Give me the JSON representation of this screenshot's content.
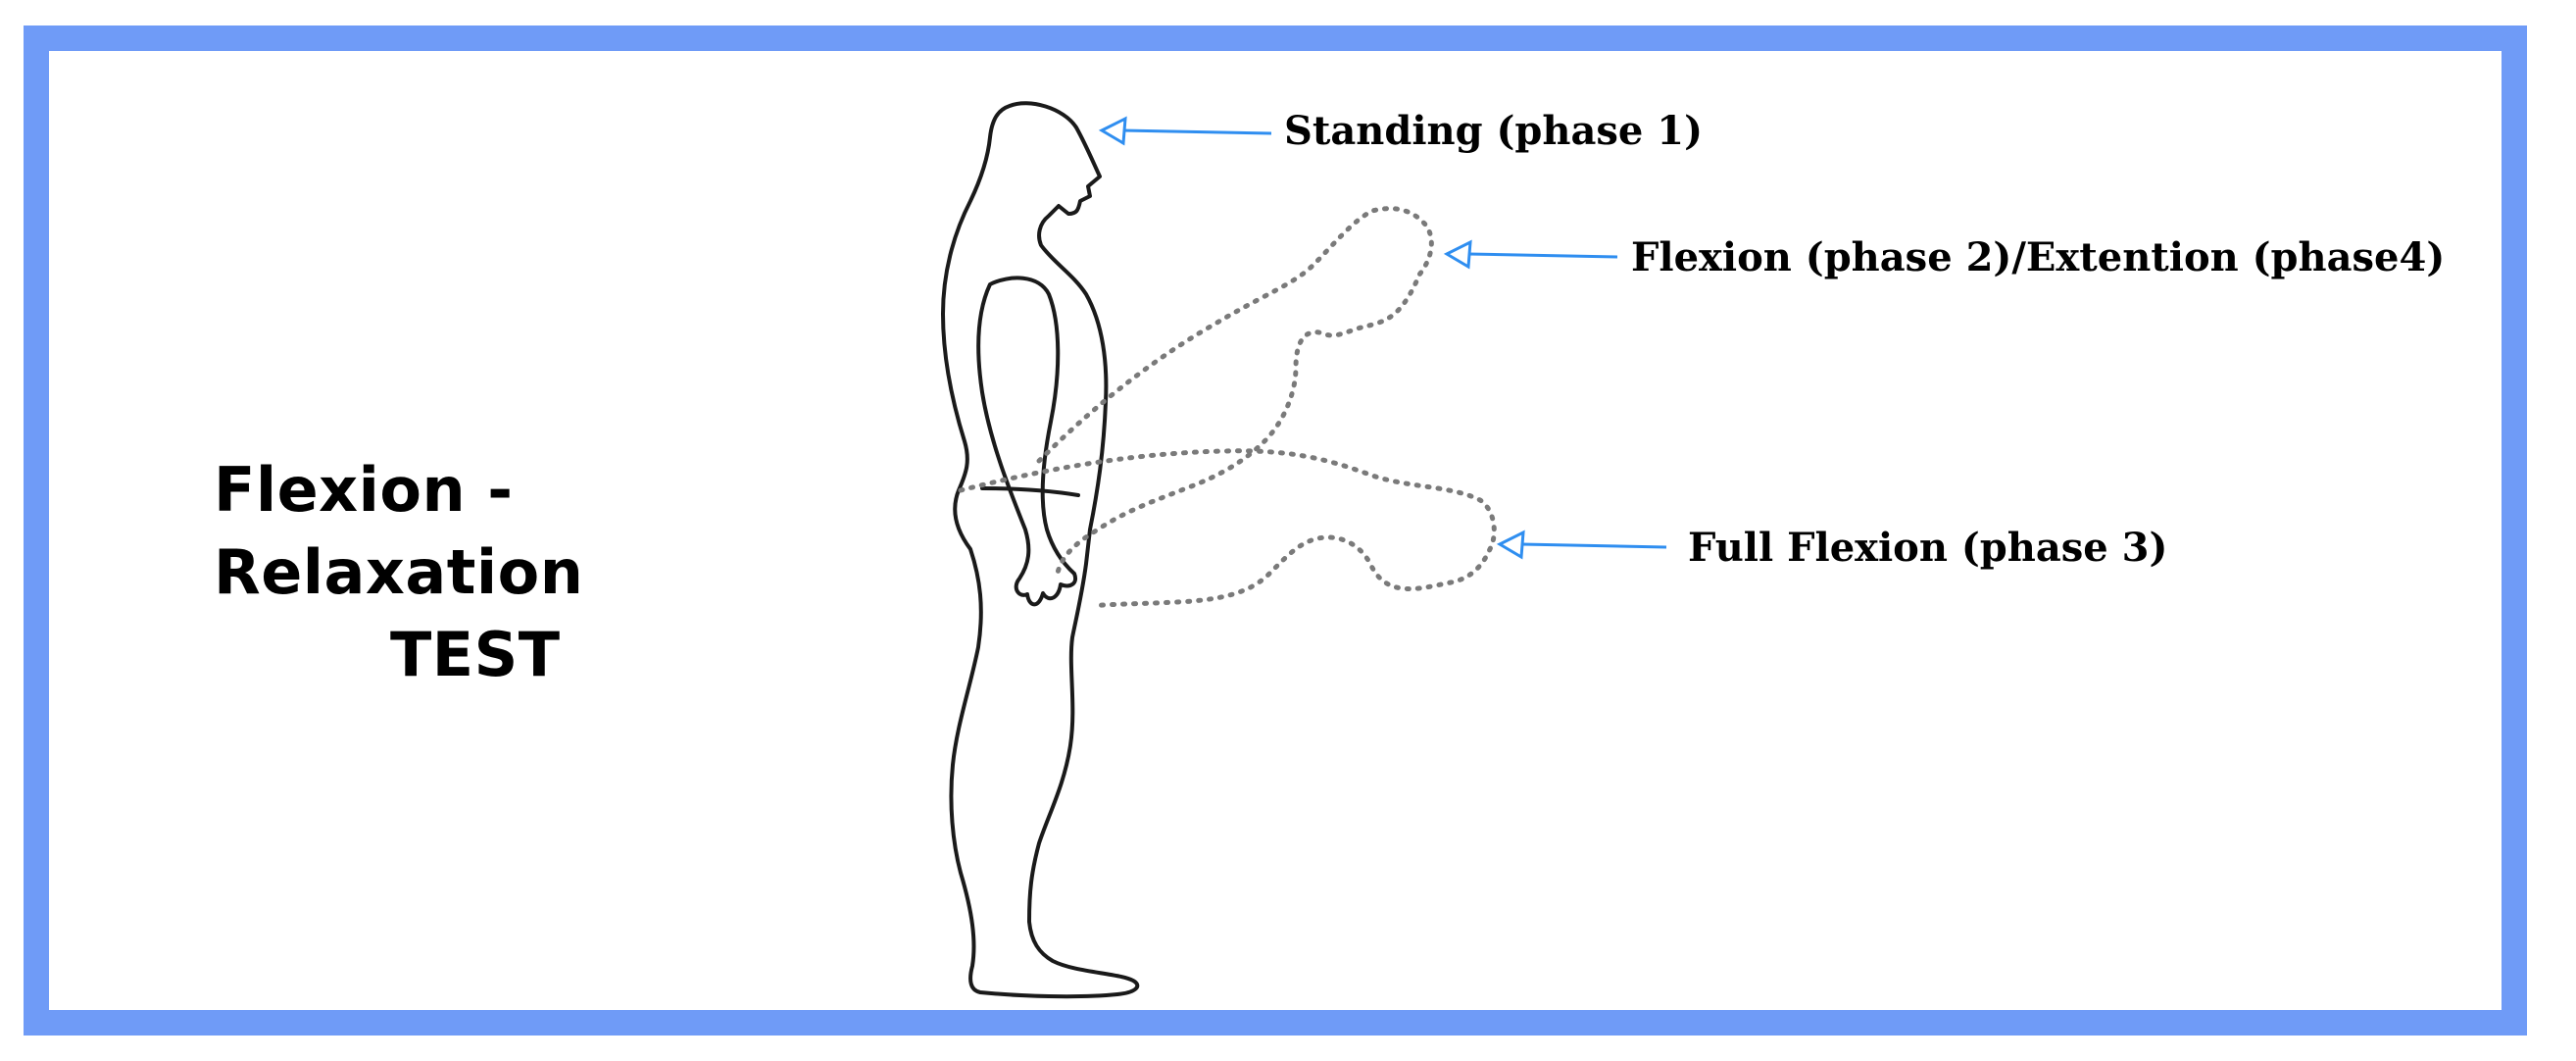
{
  "title": {
    "line1": "Flexion - Relaxation",
    "line2": "TEST"
  },
  "labels": {
    "standing": "Standing (phase 1)",
    "flexion_extension": "Flexion (phase 2)/Extention (phase4)",
    "full_flexion": "Full Flexion (phase 3)"
  },
  "colors": {
    "frame": "#6f9bf7",
    "arrow": "#2f8ef0",
    "figure_outline": "#1a1a1a",
    "dotted_outline": "#7a7a7a"
  }
}
